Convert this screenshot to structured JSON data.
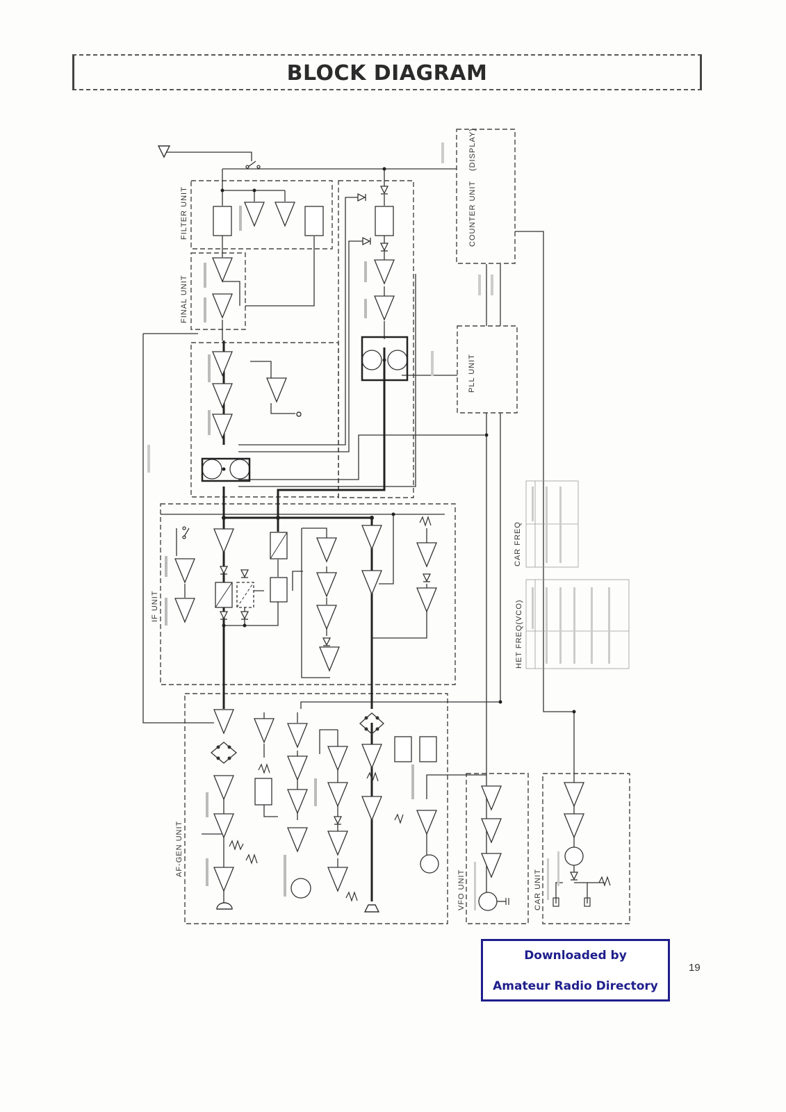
{
  "title": "BLOCK DIAGRAM",
  "units": {
    "filter": "FILTER UNIT",
    "final": "FINAL UNIT",
    "counter": "COUNTER UNIT",
    "display": "(DISPLAY)",
    "pll": "PLL UNIT",
    "if": "IF UNIT",
    "car_freq": "CAR FREQ",
    "het_freq": "HET FREQ(VCO)",
    "af_gen": "AF-GEN UNIT",
    "vfo": "VFO UNIT",
    "car": "CAR UNIT"
  },
  "badge": {
    "line1": "Downloaded by",
    "line2": "Amateur Radio Directory",
    "color": "#1e1e8c"
  },
  "page_number": "19",
  "colors": {
    "line": "#333333",
    "dashed_box": "#444444",
    "background": "#fdfdfb"
  }
}
